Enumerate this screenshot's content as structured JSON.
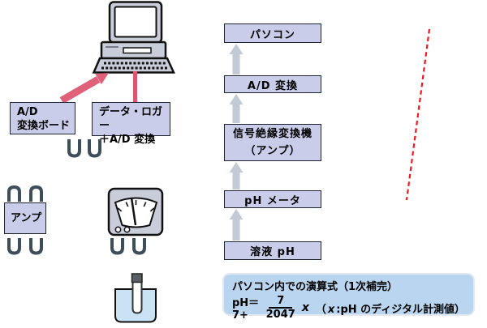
{
  "left_diagram": {
    "ad_board": {
      "line1": "A/D",
      "line2": "変換ボード"
    },
    "datalogger": {
      "line1": "データ・ロガー",
      "line2": "＋A/D 変換"
    },
    "amp": {
      "label": "アンプ"
    }
  },
  "flowchart": {
    "nodes": [
      {
        "label": "パソコン"
      },
      {
        "label": "A/D 変換"
      },
      {
        "label": "信号絶縁変換機",
        "sub": "（アンプ）"
      },
      {
        "label": "pH メータ"
      },
      {
        "label": "溶液 pH"
      }
    ]
  },
  "formula": {
    "title": "パソコン内での演算式（1次補完）",
    "lhs": "pH＝7+",
    "numerator": "7",
    "denominator": "2047",
    "variable": "x",
    "note_pre": "（",
    "note_var": "x",
    "note_post": ":pH のディジタル計測値）"
  },
  "icons": {
    "computer": "desktop-computer-icon",
    "meter": "analog-meter-icon",
    "beaker": "beaker-with-electrode-icon",
    "connectors": "cable-connector-icon"
  },
  "colors": {
    "box_fill": "#c9cdea",
    "box_border": "#1f2433",
    "flow_arrow": "#c2cad6",
    "device_fill": "#c8cdd9",
    "outline": "#111111",
    "connector": "#3d4e5a",
    "pink_arrow": "#e0607a",
    "red_line": "#dd5570",
    "red_dashed": "#ee1822",
    "beaker_fill": "#c9e2f4",
    "formula_bg": "#b9d5ef"
  }
}
